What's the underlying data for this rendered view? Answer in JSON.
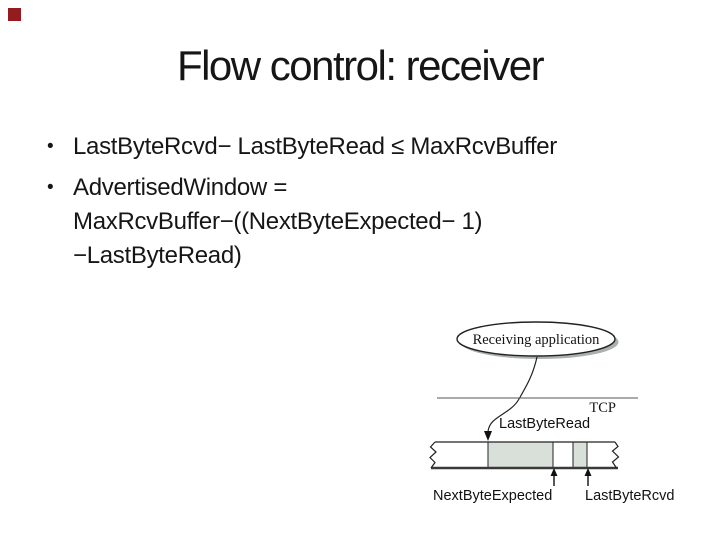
{
  "slide": {
    "accent_color": "#951c1e",
    "title": "Flow control: receiver",
    "bullet_glyph": "•",
    "bullets": [
      {
        "text": "LastByteRcvd− LastByteRead ≤ MaxRcvBuffer"
      },
      {
        "text": "AdvertisedWindow =\nMaxRcvBuffer−((NextByteExpected− 1)\n−LastByteRead)"
      }
    ]
  },
  "diagram": {
    "receiving_application_label": "Receiving application",
    "tcp_label": "TCP",
    "last_byte_read_label": "LastByteRead",
    "next_byte_expected_label": "NextByteExpected",
    "last_byte_rcvd_label": "LastByteRcvd",
    "buffer_fill_color": "#d9e0d9",
    "shadow_color": "#a9b0ad"
  }
}
